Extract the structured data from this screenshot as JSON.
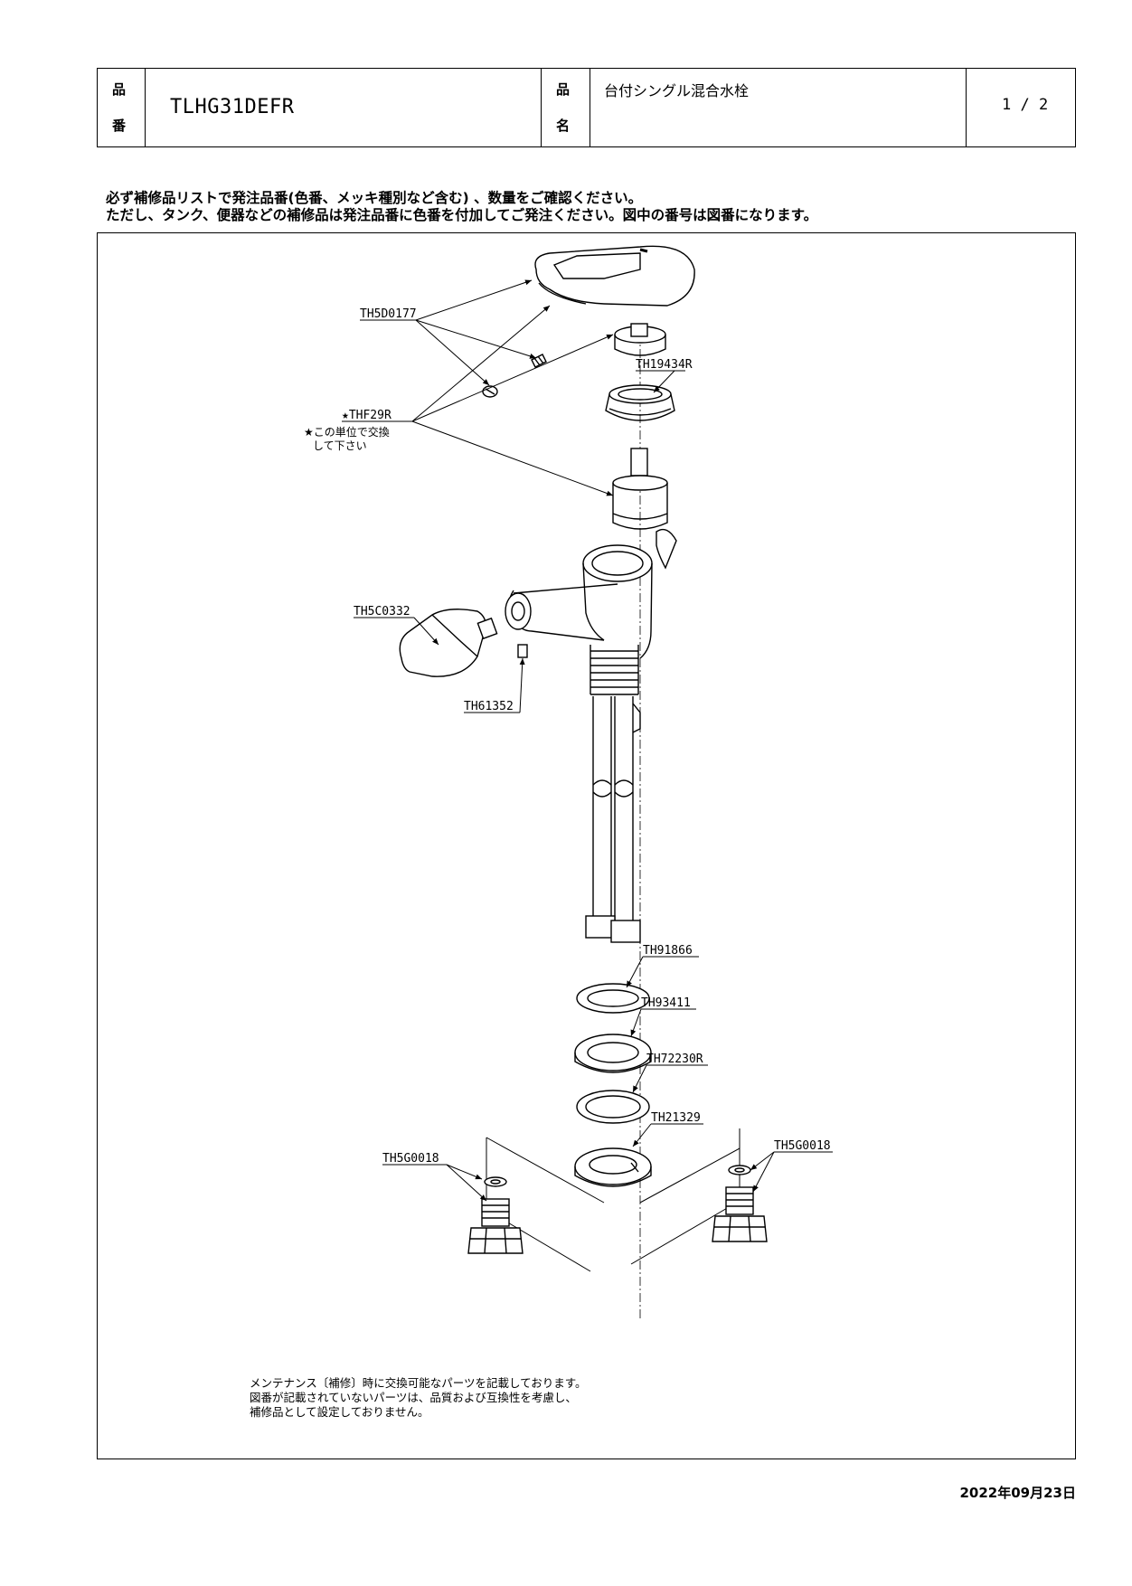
{
  "header": {
    "product_code_label": [
      "品",
      "番"
    ],
    "product_code": "TLHG31DEFR",
    "product_name_label": [
      "品",
      "名"
    ],
    "product_name": "台付シングル混合水栓",
    "page": "1 / 2"
  },
  "notice": {
    "line1": "必ず補修品リストで発注品番(色番、メッキ種別など含む) 、数量をご確認ください。",
    "line2": "ただし、タンク、便器などの補修品は発注品番に色番を付加してご発注ください。図中の番号は図番になります。"
  },
  "parts": {
    "th5d0177": "TH5D0177",
    "th19434r": "TH19434R",
    "thf29r": "★THF29R",
    "thf29r_note1": "★この単位で交換",
    "thf29r_note2": "して下さい",
    "th5c0332": "TH5C0332",
    "th61352": "TH61352",
    "th91866": "TH91866",
    "th93411": "TH93411",
    "th72230r": "TH72230R",
    "th21329": "TH21329",
    "th5g0018_left": "TH5G0018",
    "th5g0018_right": "TH5G0018"
  },
  "footnote": {
    "line1": "メンテナンス〔補修〕時に交換可能なパーツを記載しております。",
    "line2": "図番が記載されていないパーツは、品質および互換性を考慮し、",
    "line3": "補修品として設定しておりません。"
  },
  "date": "2022年09月23日"
}
